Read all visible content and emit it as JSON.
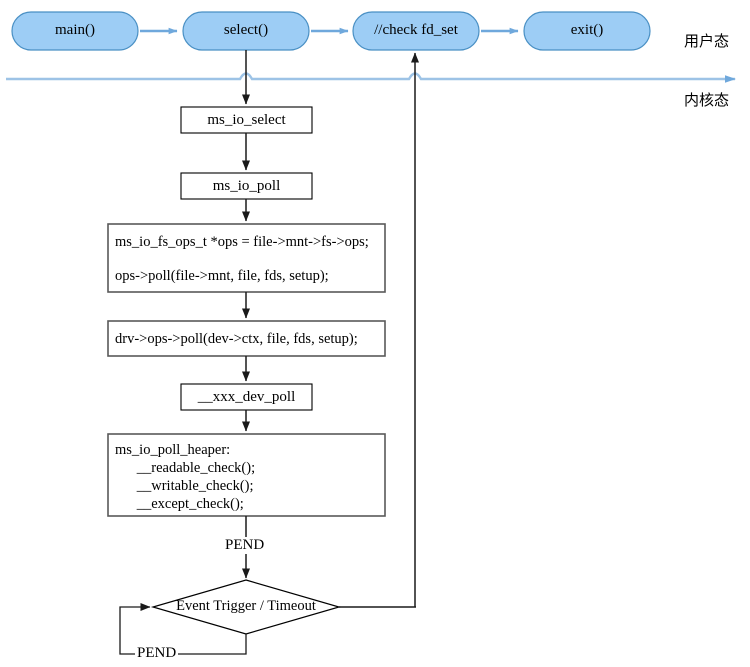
{
  "diagram": {
    "title": "select/poll call flow across user and kernel mode",
    "colors": {
      "user_box_fill": "#9DCDF5",
      "user_box_stroke": "#4A90C4",
      "user_arrow": "#6FA8DC",
      "mode_divider": "#9DC3E6",
      "kernel_box_stroke": "#595959",
      "thin_box_stroke": "#000000",
      "text": "#000000",
      "background": "#FFFFFF"
    },
    "mode_labels": {
      "user": "用户态",
      "kernel": "内核态"
    },
    "user_nodes": [
      {
        "id": "main",
        "label": "main()"
      },
      {
        "id": "select",
        "label": "select()"
      },
      {
        "id": "check-fd-set",
        "label": "//check fd_set"
      },
      {
        "id": "exit",
        "label": "exit()"
      }
    ],
    "kernel_nodes": [
      {
        "id": "ms-io-select",
        "label": "ms_io_select"
      },
      {
        "id": "ms-io-poll",
        "label": "ms_io_poll"
      },
      {
        "id": "fs-ops",
        "lines": [
          "ms_io_fs_ops_t *ops = file->mnt->fs->ops;",
          "",
          "ops->poll(file->mnt, file, fds, setup);"
        ]
      },
      {
        "id": "drv-ops-poll",
        "label": "drv->ops->poll(dev->ctx, file, fds, setup);"
      },
      {
        "id": "xxx-dev-poll",
        "label": "__xxx_dev_poll"
      },
      {
        "id": "poll-heaper",
        "lines": [
          "ms_io_poll_heaper:",
          "      __readable_check();",
          "      __writable_check();",
          "      __except_check();"
        ]
      }
    ],
    "decision": {
      "id": "event-trigger",
      "label": "Event Trigger / Timeout"
    },
    "edge_labels": {
      "pend_top": "PEND",
      "pend_loop": "PEND"
    }
  }
}
